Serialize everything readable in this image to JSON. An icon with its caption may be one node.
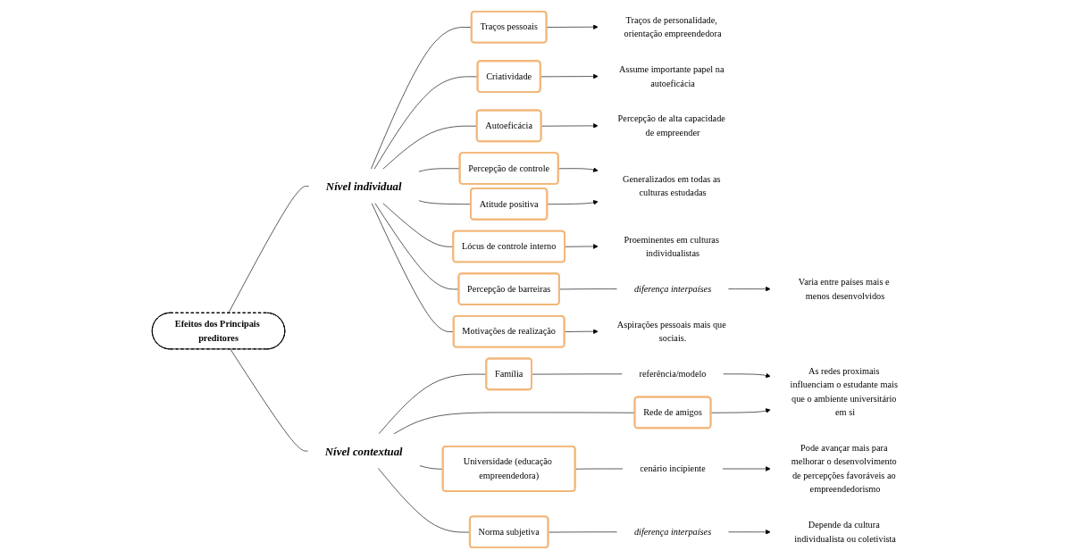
{
  "diagram": {
    "nodes": [
      {
        "text": [
          "Efeitos dos Principais preditores"
        ]
      },
      {
        "text": [
          "Nível individual"
        ]
      },
      {
        "text": [
          "Nível contextual"
        ]
      },
      {
        "text": [
          "Traços pessoais"
        ]
      },
      {
        "text": [
          "Criatividade"
        ]
      },
      {
        "text": [
          "Autoeficácia"
        ]
      },
      {
        "text": [
          "Percepção de controle"
        ]
      },
      {
        "text": [
          "Lócus de controle interno"
        ]
      },
      {
        "text": [
          "Atitude positiva"
        ]
      },
      {
        "text": [
          "Percepção de barreiras"
        ]
      },
      {
        "text": [
          "Motivações de realização"
        ]
      },
      {
        "text": [
          "Traços de personalidade, orientação empreendedora"
        ]
      },
      {
        "text": [
          "Assume importante papel na autoeficácia"
        ]
      },
      {
        "text": [
          "Percepção de alta capacidade de empreender"
        ]
      },
      {
        "text": [
          "Generalizados em todas as culturas estudadas"
        ]
      },
      {
        "text": [
          "Proeminentes em culturas individualistas"
        ]
      },
      {
        "text": [
          "Varia entre países mais e menos desenvolvidos"
        ]
      },
      {
        "text": [
          "diferença interpaíses"
        ]
      },
      {
        "text": [
          "Aspirações pessoais mais que sociais."
        ]
      },
      {
        "text": [
          "Família"
        ]
      },
      {
        "text": [
          "Universidade (educação empreendedora)"
        ]
      },
      {
        "text": [
          "Rede de amigos"
        ]
      },
      {
        "text": [
          "Norma subjetiva"
        ]
      },
      {
        "text": [
          "referência/modelo"
        ]
      },
      {
        "text": [
          "As redes proximais influenciam o estudante mais que o ambiente universitário em si"
        ]
      },
      {
        "text": [
          "cenário incipiente"
        ]
      },
      {
        "text": [
          "Pode avançar mais para melhorar o desenvolvimento de percepções favoráveis ao empreendedorismo"
        ]
      },
      {
        "text": [
          "diferença interpaíses"
        ]
      },
      {
        "text": [
          "Depende da cultura individualista ou coletivista"
        ]
      }
    ],
    "edges": [
      {
        "from": 0,
        "to": 1,
        "arrow": "none"
      },
      {
        "from": 0,
        "to": 2,
        "arrow": "none"
      },
      {
        "from": 1,
        "to": 3,
        "arrow": "none"
      },
      {
        "from": 1,
        "to": 4,
        "arrow": "none"
      },
      {
        "from": 1,
        "to": 5,
        "arrow": "none"
      },
      {
        "from": 1,
        "to": 6,
        "arrow": "none"
      },
      {
        "from": 1,
        "to": 7,
        "arrow": "none"
      },
      {
        "from": 1,
        "to": 8,
        "arrow": "none"
      },
      {
        "from": 1,
        "to": 9,
        "arrow": "none"
      },
      {
        "from": 1,
        "to": 10,
        "arrow": "none"
      },
      {
        "from": 3,
        "to": 11,
        "arrow": "to"
      },
      {
        "from": 4,
        "to": 12,
        "arrow": "to"
      },
      {
        "from": 5,
        "to": 13,
        "arrow": "to"
      },
      {
        "from": 6,
        "to": 14,
        "arrow": "to"
      },
      {
        "from": 8,
        "to": 14,
        "arrow": "to"
      },
      {
        "from": 7,
        "to": 15,
        "arrow": "to"
      },
      {
        "from": 9,
        "to": 17,
        "arrow": "none"
      },
      {
        "from": 17,
        "to": 16,
        "arrow": "to"
      },
      {
        "from": 10,
        "to": 18,
        "arrow": "to"
      },
      {
        "from": 2,
        "to": 19,
        "arrow": "none"
      },
      {
        "from": 2,
        "to": 20,
        "arrow": "none"
      },
      {
        "from": 2,
        "to": 21,
        "arrow": "none"
      },
      {
        "from": 2,
        "to": 22,
        "arrow": "none"
      },
      {
        "from": 19,
        "to": 23,
        "arrow": "none"
      },
      {
        "from": 23,
        "to": 24,
        "arrow": "to"
      },
      {
        "from": 21,
        "to": 24,
        "arrow": "to"
      },
      {
        "from": 20,
        "to": 25,
        "arrow": "none"
      },
      {
        "from": 25,
        "to": 26,
        "arrow": "to"
      },
      {
        "from": 22,
        "to": 27,
        "arrow": "none"
      },
      {
        "from": 27,
        "to": 28,
        "arrow": "to"
      }
    ]
  }
}
